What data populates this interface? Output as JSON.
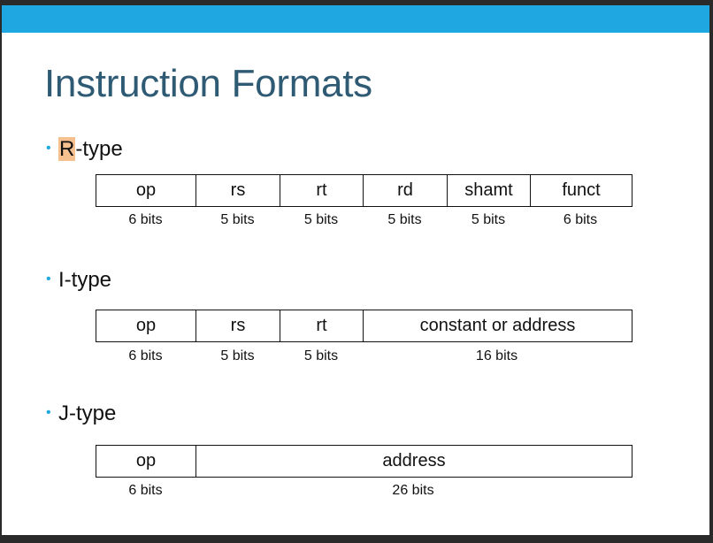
{
  "slide": {
    "title": "Instruction Formats",
    "accent_color": "#1ea7e1",
    "title_color": "#2e5a74",
    "highlight_color": "#f6c08f"
  },
  "r_type": {
    "bullet_highlight": "R",
    "bullet_rest": "-type",
    "fields": [
      "op",
      "rs",
      "rt",
      "rd",
      "shamt",
      "funct"
    ],
    "bits": [
      "6 bits",
      "5 bits",
      "5 bits",
      "5 bits",
      "5 bits",
      "6 bits"
    ]
  },
  "i_type": {
    "bullet": "I-type",
    "fields": [
      "op",
      "rs",
      "rt",
      "constant or address"
    ],
    "bits": [
      "6 bits",
      "5 bits",
      "5 bits",
      "16 bits"
    ]
  },
  "j_type": {
    "bullet": "J-type",
    "fields": [
      "op",
      "address"
    ],
    "bits": [
      "6 bits",
      "26 bits"
    ]
  }
}
